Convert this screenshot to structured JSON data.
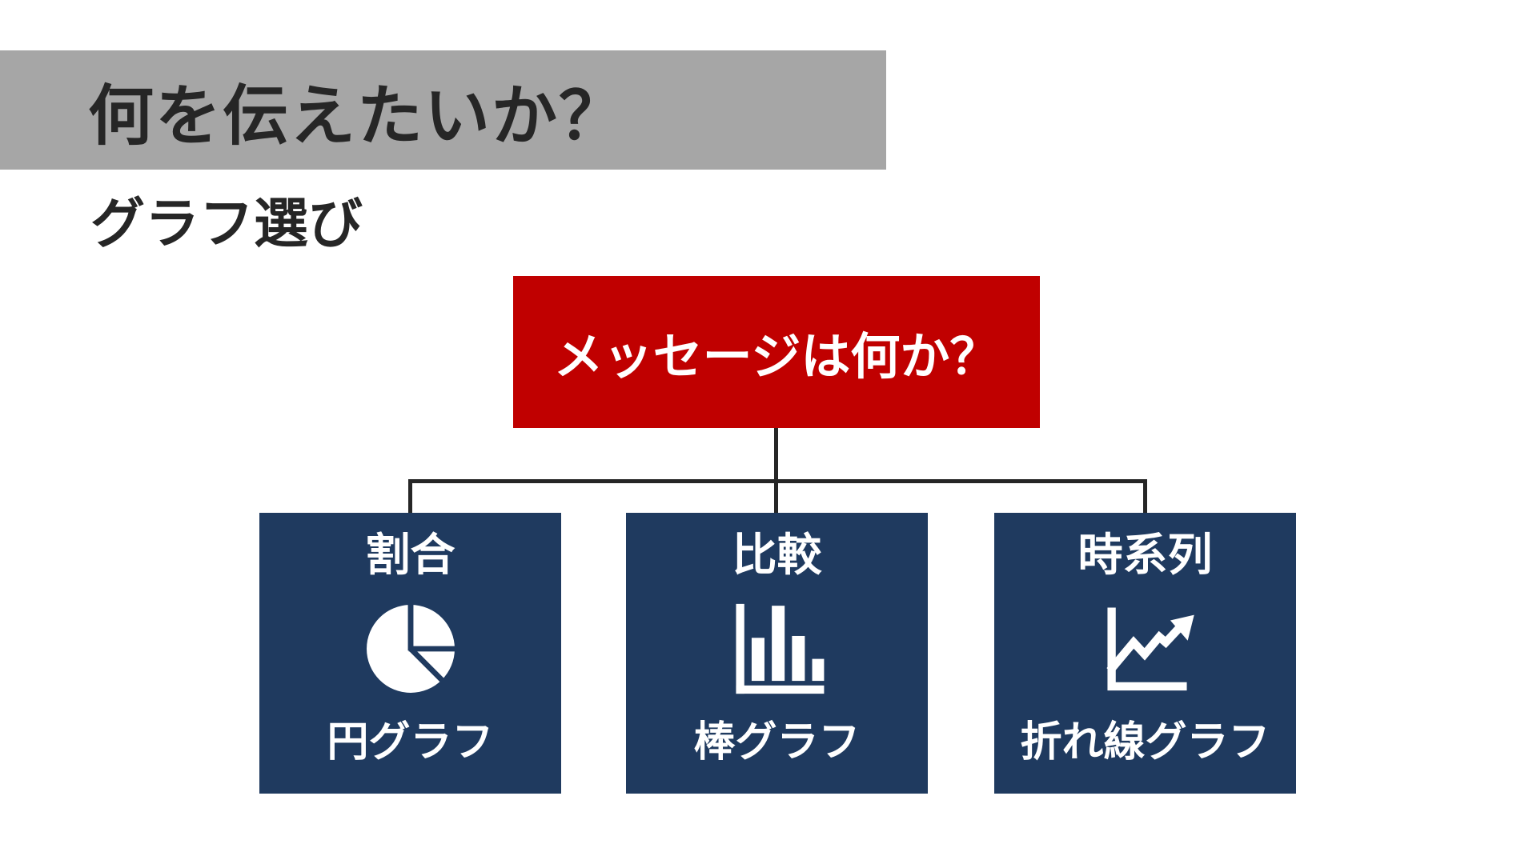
{
  "slide": {
    "background_color": "#FFFFFF",
    "header": {
      "title": "何を伝えたいか？",
      "bar_color": "#A6A6A6",
      "text_color": "#262626"
    },
    "subtitle": "グラフ選び"
  },
  "flowchart": {
    "root": {
      "label": "メッセージは何か？",
      "box_color": "#C00000",
      "text_color": "#FFFFFF"
    },
    "connector_color": "#262626",
    "node_box_color": "#1F3A5F",
    "node_text_color": "#FFFFFF",
    "nodes": [
      {
        "category": "割合",
        "icon": "pie-chart-icon",
        "graph": "円グラフ"
      },
      {
        "category": "比較",
        "icon": "bar-chart-icon",
        "graph": "棒グラフ"
      },
      {
        "category": "時系列",
        "icon": "line-chart-icon",
        "graph": "折れ線グラフ"
      }
    ]
  }
}
